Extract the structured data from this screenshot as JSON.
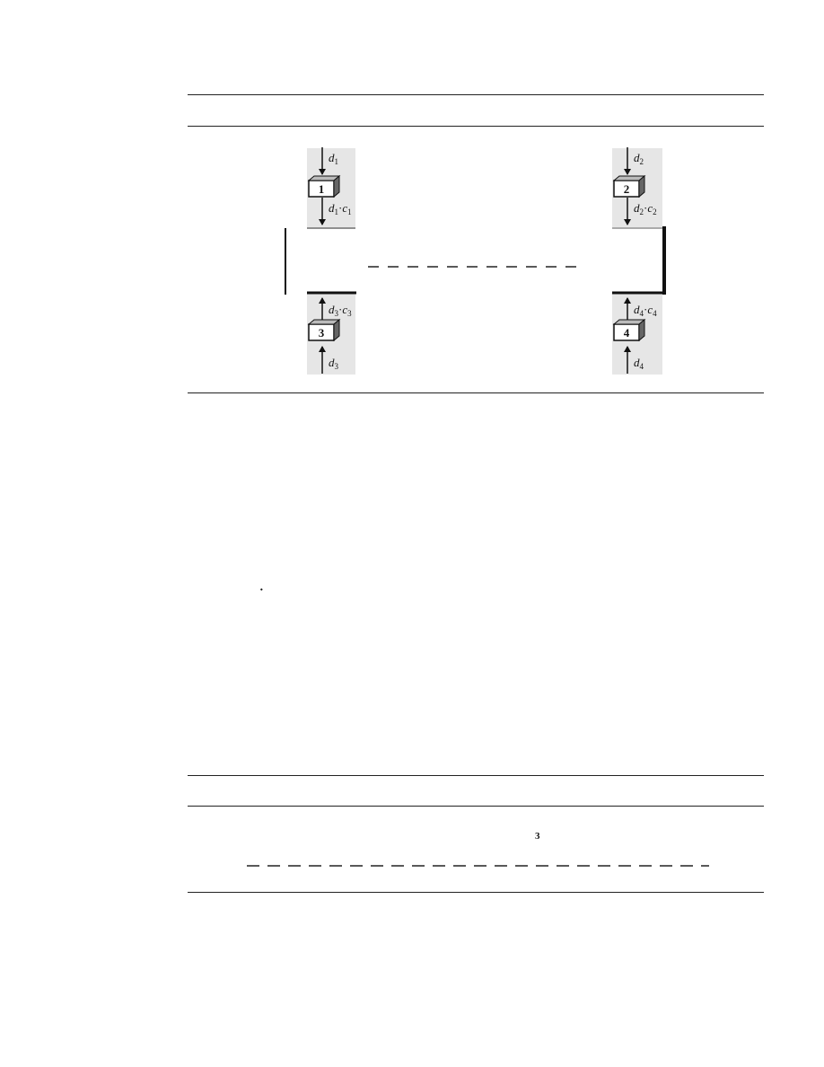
{
  "figure_1": {
    "nodes": [
      {
        "id": "1",
        "label": "1",
        "in_var": "d",
        "in_sub": "1",
        "out_var": "d",
        "out_sub": "1",
        "out_mult": "c",
        "out_mult_sub": "1"
      },
      {
        "id": "2",
        "label": "2",
        "in_var": "d",
        "in_sub": "2",
        "out_var": "d",
        "out_sub": "2",
        "out_mult": "c",
        "out_mult_sub": "2"
      },
      {
        "id": "3",
        "label": "3",
        "in_var": "d",
        "in_sub": "3",
        "out_var": "d",
        "out_sub": "3",
        "out_mult": "c",
        "out_mult_sub": "3"
      },
      {
        "id": "4",
        "label": "4",
        "in_var": "d",
        "in_sub": "4",
        "out_var": "d",
        "out_sub": "4",
        "out_mult": "c",
        "out_mult_sub": "4"
      }
    ],
    "dot": "·"
  },
  "stray_marks": {
    "mark_a": "·",
    "mark_b": "3"
  }
}
